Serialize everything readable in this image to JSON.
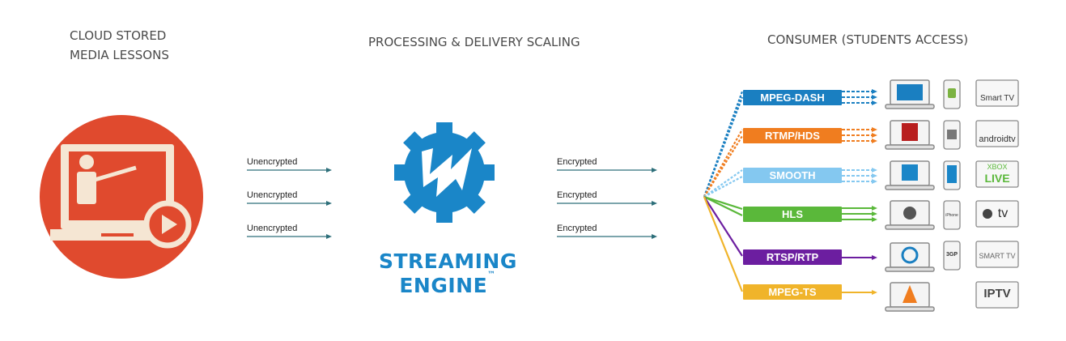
{
  "headers": {
    "cloud_line1": "CLOUD STORED",
    "cloud_line2": "MEDIA LESSONS",
    "processing": "PROCESSING & DELIVERY SCALING",
    "consumer": "CONSUMER (STUDENTS ACCESS)"
  },
  "left_arrows": [
    "Unencrypted",
    "Unencrypted",
    "Unencrypted"
  ],
  "right_arrows": [
    "Encrypted",
    "Encrypted",
    "Encrypted"
  ],
  "engine": {
    "line1": "STREAMING",
    "line2": "ENGINE",
    "tm": "™"
  },
  "protocols": [
    {
      "label": "MPEG-DASH",
      "color": "#1a7fc1"
    },
    {
      "label": "RTMP/HDS",
      "color": "#f07d1f"
    },
    {
      "label": "SMOOTH",
      "color": "#84c8f0"
    },
    {
      "label": "HLS",
      "color": "#5ab83a"
    },
    {
      "label": "RTSP/RTP",
      "color": "#6c1ea0"
    },
    {
      "label": "MPEG-TS",
      "color": "#f0b42a"
    }
  ],
  "device_labels": {
    "smart_tv": "Smart TV",
    "android_tv": "androidtv",
    "xbox_top": "XBOX",
    "xbox_bottom": "LIVE",
    "apple_tv": "tv",
    "smart_tv_2": "SMART TV",
    "iptv": "IPTV",
    "iphone": "iPhone",
    "threegp": "3GP"
  }
}
